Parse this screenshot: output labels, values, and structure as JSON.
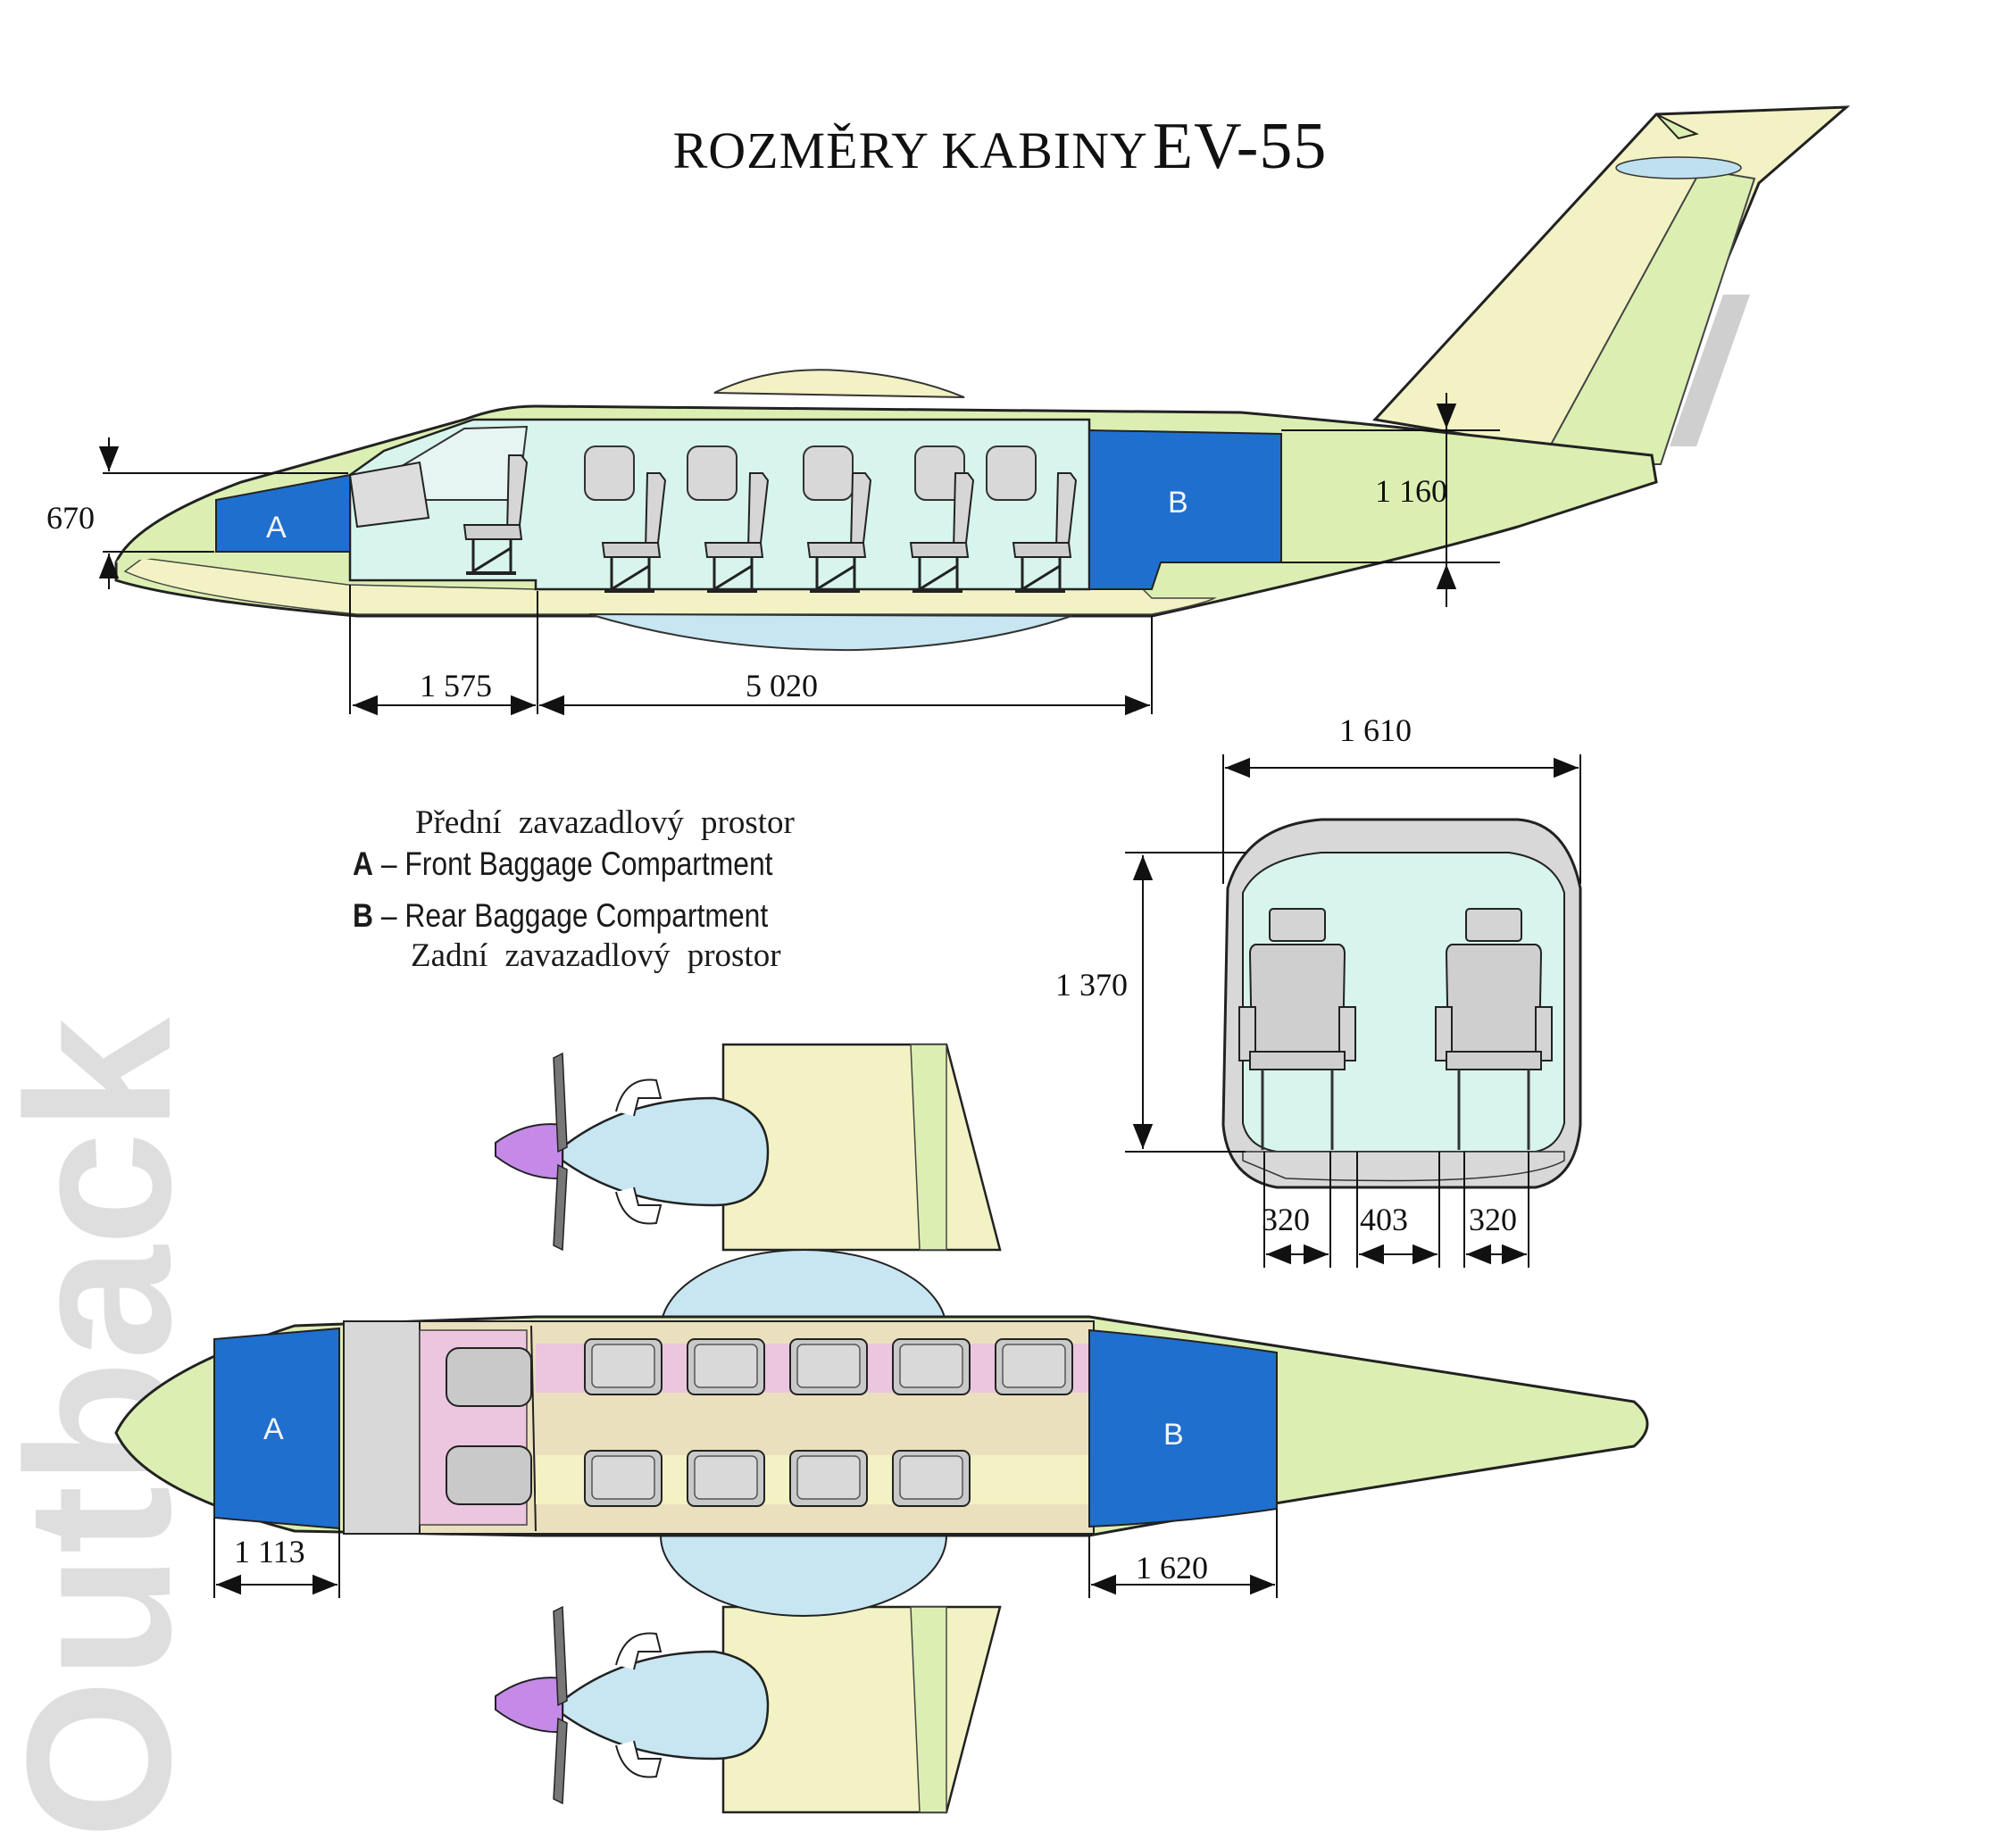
{
  "title": {
    "part1": "ROZMĚRY KABINY",
    "part2": "EV-55"
  },
  "watermark": "Outback",
  "compartments": {
    "a": "A",
    "b": "B"
  },
  "legend": {
    "front_cz": "Přední zavazadlový prostor",
    "a_letter": "A",
    "front_en": " – Front Baggage Compartment",
    "b_letter": "B",
    "rear_en": " – Rear Baggage Compartment",
    "rear_cz": "Zadní zavazadlový prostor"
  },
  "dimensions": {
    "nose_height": "670",
    "tail_height": "1 160",
    "cockpit_length": "1 575",
    "cabin_length": "5 020",
    "section_width": "1 610",
    "section_height": "1 370",
    "seat_left": "320",
    "aisle": "403",
    "seat_right": "320",
    "front_baggage_length": "1 113",
    "rear_baggage_length": "1 620"
  },
  "colors": {
    "fuselage_green": "#dcefb2",
    "tail_yellow": "#f4f3c2",
    "cabin_cyan": "#d7f5ec",
    "baggage_blue": "#1f6fcf",
    "nacelle_blue": "#c7e6f2",
    "spinner_purple": "#c58ae8",
    "seat_gray": "#cfcfcf",
    "floor_tan": "#ebe0bd",
    "aisle_pink": "#ecc6de"
  }
}
